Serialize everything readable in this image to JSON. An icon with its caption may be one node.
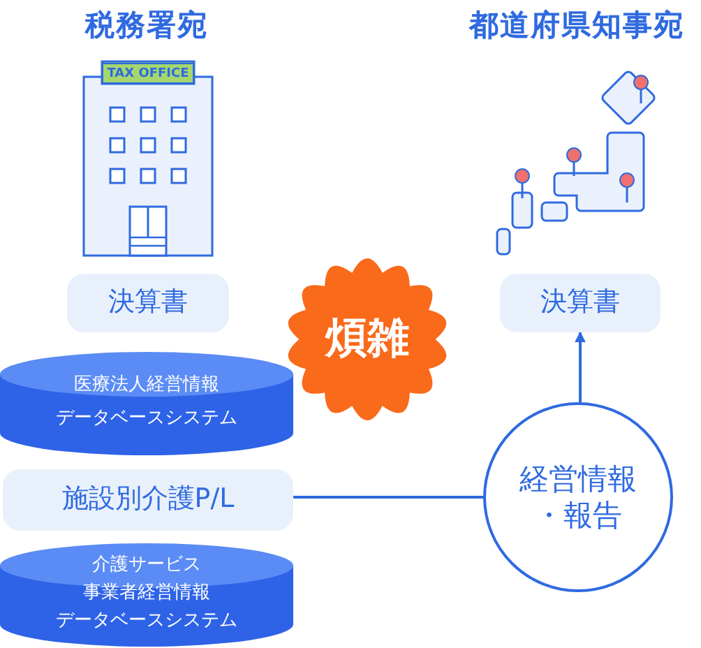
{
  "diagram": {
    "nodes": [
      {
        "text": [
          "決算書"
        ]
      },
      {
        "text": [
          "決算書"
        ]
      },
      {
        "text": [
          "医療法人経営情報",
          "データベースシステム"
        ]
      },
      {
        "text": [
          "煩雑"
        ]
      },
      {
        "text": [
          "施設別介護P/L"
        ]
      },
      {
        "text": [
          "介護サービス",
          "事業者経営情報",
          "データベースシステム"
        ]
      },
      {
        "text": [
          "経営情報",
          "・報告"
        ]
      }
    ],
    "edges": [
      {
        "from": 4,
        "to": 6,
        "arrow": "none"
      },
      {
        "from": 6,
        "to": 1,
        "arrow": "to"
      }
    ],
    "labels": [
      "税務署宛",
      "TAX OFFICE",
      "都道府県知事宛"
    ]
  }
}
